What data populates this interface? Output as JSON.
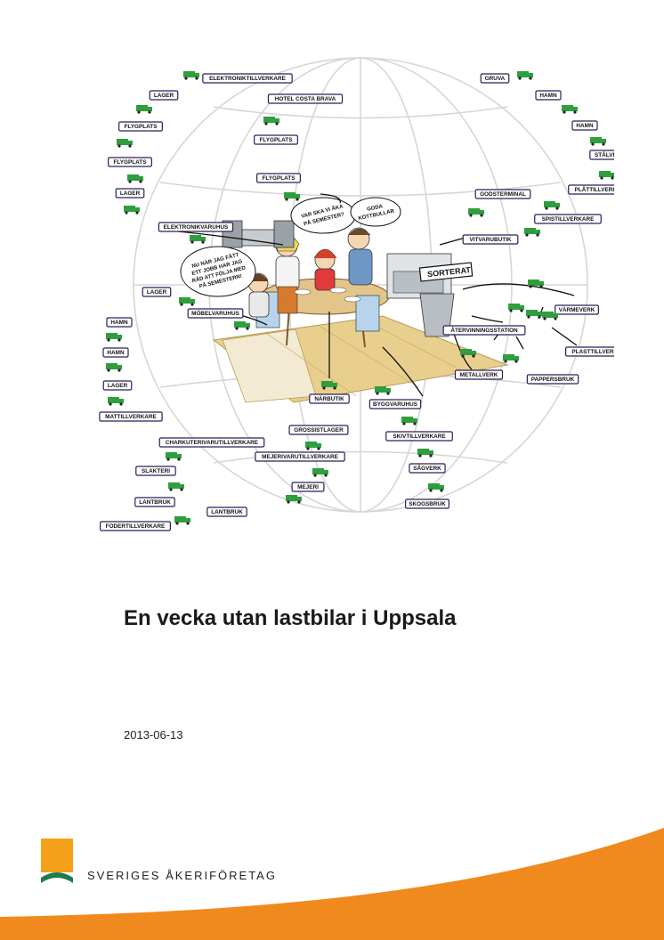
{
  "document": {
    "title": "En vecka utan lastbilar i Uppsala",
    "date": "2013-06-13",
    "publisher": "SVERIGES ÅKERIFÖRETAG"
  },
  "illustration": {
    "labels": {
      "elektroniktillverkare": "ELEKTRONIKTILLVERKARE",
      "lager_top": "LAGER",
      "flygplats_1": "FLYGPLATS",
      "flygplats_2": "FLYGPLATS",
      "lager_left": "LAGER",
      "elektronikvaruhus": "ELEKTRONIKVARUHUS",
      "hotel": "HOTEL COSTA BRAVA",
      "flygplats_3": "FLYGPLATS",
      "flygplats_4": "FLYGPLATS",
      "gruva": "GRUVA",
      "hamn_1": "HAMN",
      "hamn_2": "HAMN",
      "stalverk": "STÅLVERK",
      "plattillverkare": "PLÅTTILLVERKARE",
      "godsterminal": "GODSTERMINAL",
      "spistillverkare": "SPISTILLVERKARE",
      "vitvarubutik": "VITVARUBUTIK",
      "lager_mid": "LAGER",
      "mobelvaruhus": "MÖBELVARUHUS",
      "hamn_3": "HAMN",
      "hamn_4": "HAMN",
      "lager_low": "LAGER",
      "mattillverkare": "MATTILLVERKARE",
      "narbutik": "NÄRBUTIK",
      "grossistlager": "GROSSISTLAGER",
      "charkuteri": "CHARKUTERIVARUTILLVERKARE",
      "mejerivaru": "MEJERIVARUTILLVERKARE",
      "slakteri": "SLAKTERI",
      "mejeri": "MEJERI",
      "lantbruk_1": "LANTBRUK",
      "lantbruk_2": "LANTBRUK",
      "fodertillverkare": "FODERTILLVERKARE",
      "byggvaruhus": "BYGGVARUHUS",
      "skivtillverkare": "SKIVTILLVERKARE",
      "sagverk": "SÅGVERK",
      "skogsbruk": "SKOGSBRUK",
      "atervinning": "ÅTERVINNINGSSTATION",
      "varmeverk": "VÄRMEVERK",
      "plasttillverkare": "PLASTTILLVERKARE",
      "metallverk": "METALLVERK",
      "pappersbruk": "PAPPERSBRUK"
    },
    "speech": {
      "semester_1": "VAR SKA VI ÅKA",
      "semester_2": "PÅ SEMESTER?",
      "kott_1": "GODA",
      "kott_2": "KÖTTBULLAR",
      "job_1": "NU NÄR JAG FÅTT",
      "job_2": "ETT JOBB HAR JAG",
      "job_3": "RÅD ATT FÖLJA MED",
      "job_4": "PÅ SEMESTERN!"
    },
    "sign": "SORTERAT"
  },
  "colors": {
    "truck_green": "#2f9e3e",
    "logo_orange": "#f5a01a",
    "logo_green": "#1f7a4c",
    "swoosh_orange": "#f08a1e",
    "label_border": "#2b1f5c"
  }
}
